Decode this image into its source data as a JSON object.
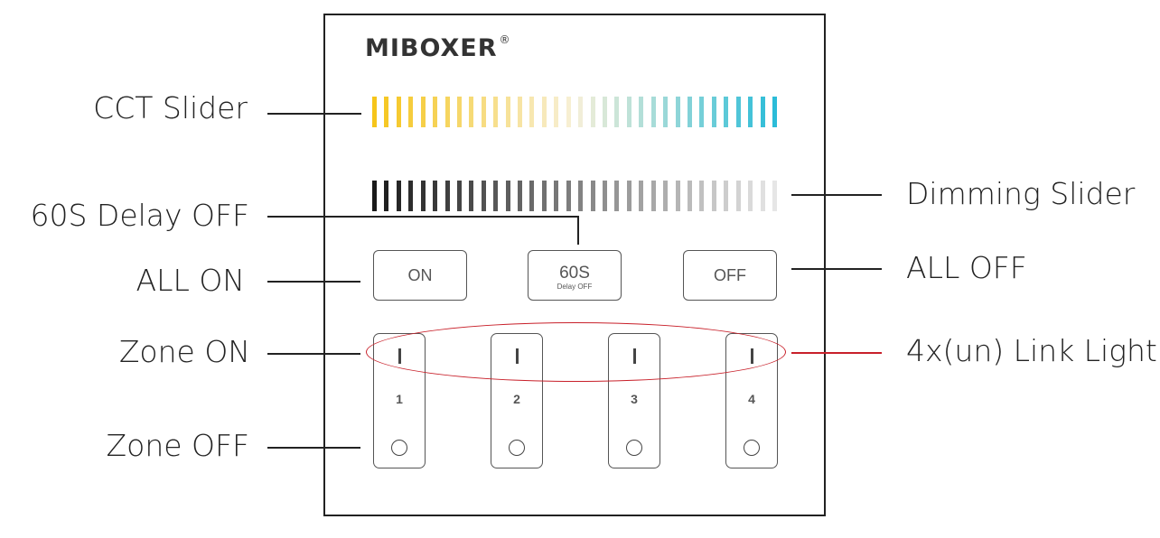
{
  "panel": {
    "logo": "MIBOXER",
    "logo_mark": "®",
    "buttons": {
      "on_label": "ON",
      "delay_label": "60S",
      "delay_sub": "Delay OFF",
      "off_label": "OFF"
    },
    "zones": [
      {
        "number": "1"
      },
      {
        "number": "2"
      },
      {
        "number": "3"
      },
      {
        "number": "4"
      }
    ],
    "cct_colors": {
      "warm": "#f6c51a",
      "mid": "#f7f0d8",
      "cool": "#2bbcd8"
    },
    "dim_colors": {
      "dark": "#1a1a1a",
      "light": "#e6e6e6"
    },
    "highlight_color": "#c8202a"
  },
  "callouts": {
    "cct_slider": "CCT Slider",
    "delay_off": "60S Delay OFF",
    "all_on": "ALL ON",
    "zone_on": "Zone ON",
    "zone_off": "Zone OFF",
    "dimming_slider": "Dimming Slider",
    "all_off": "ALL OFF",
    "link_light": "4x(un) Link Light"
  }
}
